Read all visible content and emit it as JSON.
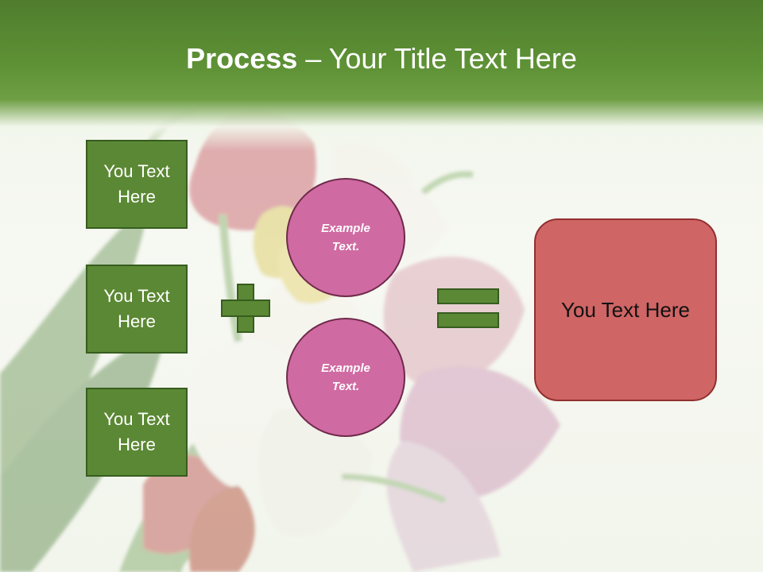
{
  "slide": {
    "title": {
      "bold": "Process",
      "separator": "–",
      "text": "Your Title Text Here"
    },
    "left_boxes": [
      {
        "text": "You Text Here"
      },
      {
        "text": "You Text Here"
      },
      {
        "text": "You Text Here"
      }
    ],
    "circles": [
      {
        "text": "Example Text."
      },
      {
        "text": "Example Text."
      }
    ],
    "result": {
      "text": "You Text Here"
    },
    "operators": {
      "plus_icon": "plus-icon",
      "equals_icon": "equals-icon"
    },
    "colors": {
      "header_green": "#5f9236",
      "box_green": "#5b8834",
      "circle_pink": "#d06aa2",
      "result_red": "#cf6565"
    }
  }
}
